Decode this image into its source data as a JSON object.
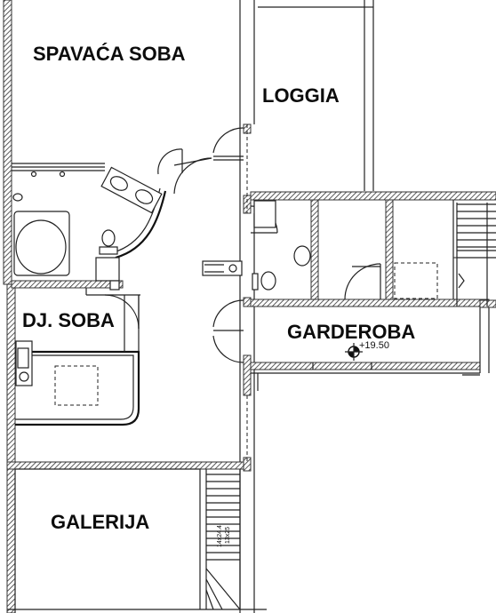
{
  "rooms": {
    "spavaca_soba": "SPAVAĆA SOBA",
    "loggia": "LOGGIA",
    "dj_soba": "DJ. SOBA",
    "garderoba": "GARDEROBA",
    "galerija": "GALERIJA"
  },
  "elevation_mark": "+19.50",
  "stair_note": {
    "line1": "14x24.4",
    "line2": "13x25"
  }
}
